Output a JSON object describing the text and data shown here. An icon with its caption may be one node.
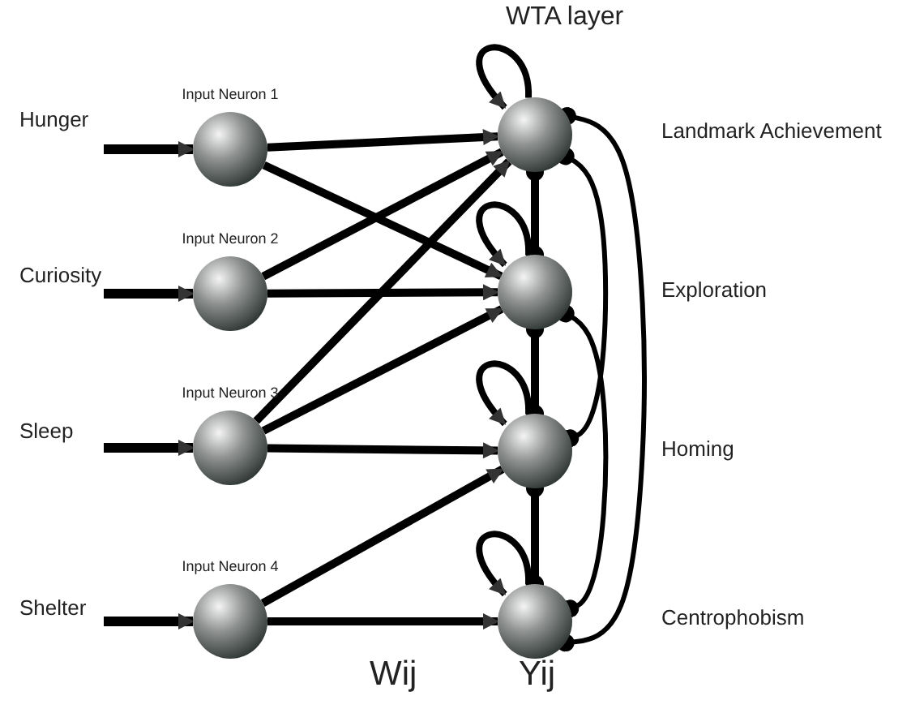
{
  "diagram": {
    "nodes": [
      {
        "text": [
          "Hunger"
        ]
      },
      {
        "text": [
          "Curiosity"
        ]
      },
      {
        "text": [
          "Sleep"
        ]
      },
      {
        "text": [
          "Shelter"
        ]
      },
      {
        "text": [
          "Input Neuron 1"
        ]
      },
      {
        "text": [
          "Input Neuron 2"
        ]
      },
      {
        "text": [
          "Input Neuron 3"
        ]
      },
      {
        "text": [
          "Input Neuron 4"
        ]
      },
      {
        "text": [],
        "shape": "circle"
      },
      {
        "text": [],
        "shape": "circle"
      },
      {
        "text": [],
        "shape": "circle"
      },
      {
        "text": [],
        "shape": "circle"
      }
    ],
    "edges": [
      {
        "from": 0,
        "to": 4,
        "arrow": "to"
      },
      {
        "from": 1,
        "to": 5,
        "arrow": "to"
      },
      {
        "from": 2,
        "to": 6,
        "arrow": "to"
      },
      {
        "from": 3,
        "to": 7,
        "arrow": "to"
      },
      {
        "from": 4,
        "to": 8,
        "arrow": "to"
      },
      {
        "from": 4,
        "to": 9,
        "arrow": "to"
      },
      {
        "from": 5,
        "to": 8,
        "arrow": "to"
      },
      {
        "from": 5,
        "to": 9,
        "arrow": "to"
      },
      {
        "from": 6,
        "to": 8,
        "arrow": "to"
      },
      {
        "from": 6,
        "to": 9,
        "arrow": "to"
      },
      {
        "from": 6,
        "to": 10,
        "arrow": "to"
      },
      {
        "from": 7,
        "to": 10,
        "arrow": "to"
      },
      {
        "from": 7,
        "to": 11,
        "arrow": "to"
      },
      {
        "from": 8,
        "to": 8,
        "arrow": "to"
      },
      {
        "from": 9,
        "to": 9,
        "arrow": "to"
      },
      {
        "from": 10,
        "to": 10,
        "arrow": "to"
      },
      {
        "from": 11,
        "to": 11,
        "arrow": "to"
      },
      {
        "from": 8,
        "to": 9,
        "arrow": "other"
      },
      {
        "from": 9,
        "to": 10,
        "arrow": "other"
      },
      {
        "from": 10,
        "to": 11,
        "arrow": "other"
      },
      {
        "from": 8,
        "to": 10,
        "arrow": "other"
      },
      {
        "from": 9,
        "to": 11,
        "arrow": "other"
      },
      {
        "from": 8,
        "to": 11,
        "arrow": "other"
      }
    ],
    "labels": [
      "WTA layer",
      "Landmark Achievement",
      "Exploration",
      "Homing",
      "Centrophobism",
      "Wij",
      "Yij"
    ]
  }
}
